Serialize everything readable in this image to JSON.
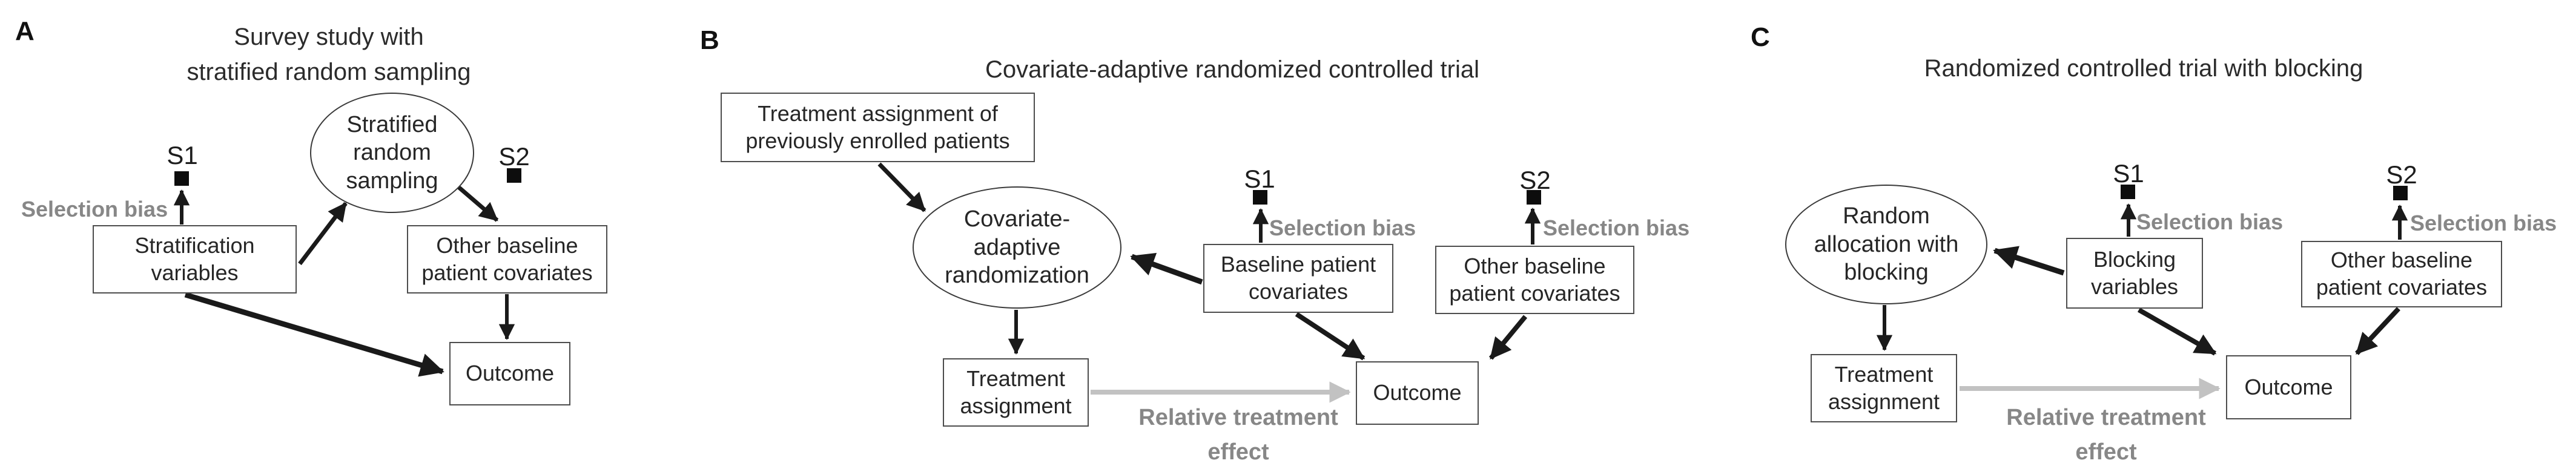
{
  "theme": {
    "c-text": "#262626",
    "c-label": "#111111",
    "c-border": "#4d4d4d",
    "c-ellipse": "#3a3a3a",
    "c-arrow": "#1a1a1a",
    "c-gray-arrow": "#c2c2c2",
    "c-gray-label": "#878787",
    "c-node": "#0d0d0d",
    "c-bg": "#ffffff"
  },
  "figure": {
    "panels": [
      {
        "label": "A",
        "title": [
          "Survey study with",
          "stratified random sampling"
        ],
        "s1": "S1",
        "s2": "S2",
        "selection_bias": "Selection bias",
        "nodes": {
          "sampling": "Stratified random sampling",
          "stratification": "Stratification variables",
          "other_covariates": "Other baseline patient covariates",
          "outcome": "Outcome"
        }
      },
      {
        "label": "B",
        "title": [
          "Covariate-adaptive randomized controlled trial"
        ],
        "s1": "S1",
        "s2": "S2",
        "selection_bias_1": "Selection bias",
        "selection_bias_2": "Selection bias",
        "effect_label": "Relative treatment effect",
        "nodes": {
          "previous_assignment": "Treatment assignment of previously enrolled patients",
          "randomization": "Covariate-adaptive randomization",
          "baseline_covariates": "Baseline patient covariates",
          "other_covariates": "Other baseline patient covariates",
          "treatment": "Treatment assignment",
          "outcome": "Outcome"
        }
      },
      {
        "label": "C",
        "title": [
          "Randomized controlled trial with blocking"
        ],
        "s1": "S1",
        "s2": "S2",
        "selection_bias_1": "Selection bias",
        "selection_bias_2": "Selection bias",
        "effect_label": "Relative treatment effect",
        "nodes": {
          "allocation": "Random allocation with blocking",
          "blocking": "Blocking variables",
          "other_covariates": "Other baseline patient covariates",
          "treatment": "Treatment assignment",
          "outcome": "Outcome"
        }
      }
    ]
  }
}
